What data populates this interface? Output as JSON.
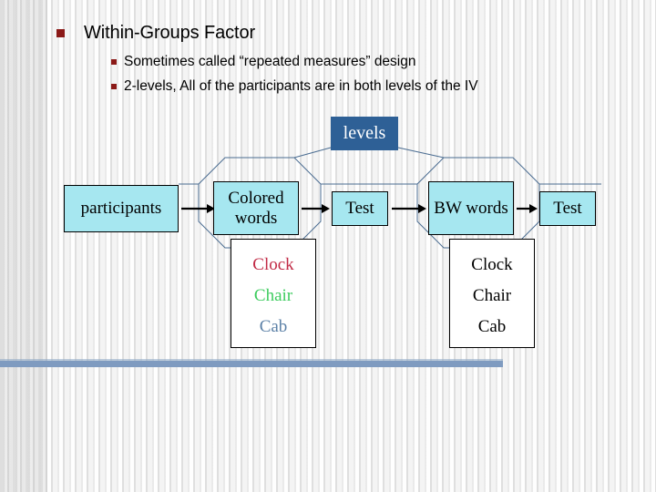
{
  "slide": {
    "title": "Within-Groups Factor",
    "bullets": [
      "Sometimes called “repeated measures” design",
      "2-levels, All of the participants are in both levels of the IV"
    ]
  },
  "diagram": {
    "levels_label": "levels",
    "participants_label": "participants",
    "condition_1": {
      "label": "Colored words",
      "words": [
        {
          "text": "Clock",
          "color": "#C12A45"
        },
        {
          "text": "Chair",
          "color": "#3ECC5F"
        },
        {
          "text": "Cab",
          "color": "#5A7FA6"
        }
      ],
      "test_label": "Test"
    },
    "condition_2": {
      "label": "BW words",
      "words": [
        {
          "text": "Clock",
          "color": "#000000"
        },
        {
          "text": "Chair",
          "color": "#000000"
        },
        {
          "text": "Cab",
          "color": "#000000"
        }
      ],
      "test_label": "Test"
    }
  },
  "colors": {
    "bullet": "#8B1A18",
    "box_fill": "#A6E7F0",
    "levels_fill": "#2E6096",
    "octagon_stroke": "#4A6C91",
    "accent_bar": "#7F9BC0",
    "background": "#F2F2F2"
  }
}
